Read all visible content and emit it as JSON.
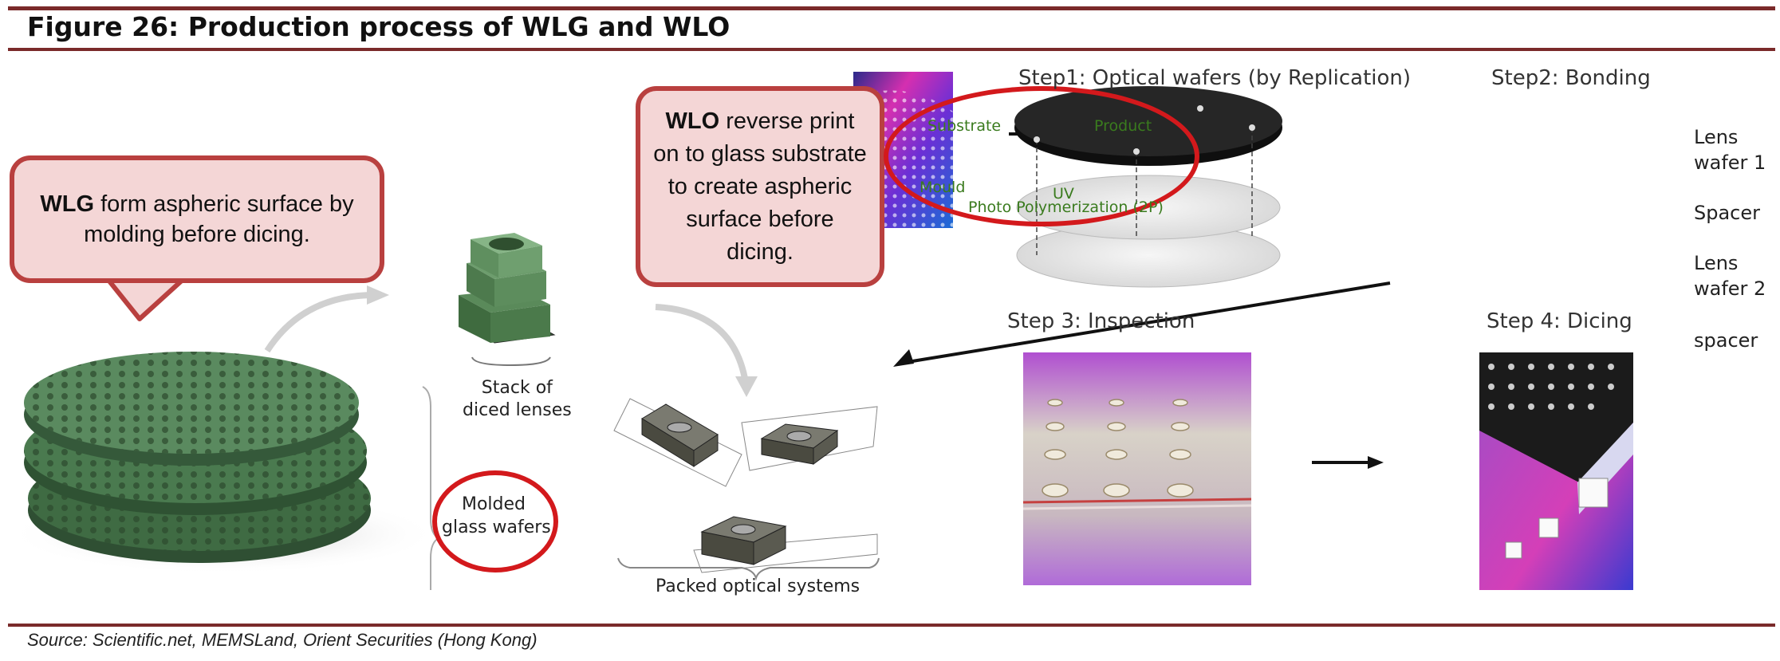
{
  "figure": {
    "title": "Figure 26: Production process of WLG and WLO",
    "source": "Source: Scientific.net, MEMSLand, Orient Securities (Hong Kong)"
  },
  "wlg": {
    "callout_bold": "WLG",
    "callout_rest": " form aspheric surface by molding before dicing.",
    "stack_label_line1": "Stack of",
    "stack_label_line2": "diced lenses",
    "molded_line1": "Molded",
    "molded_line2": "glass wafers",
    "packed_label": "Packed optical systems"
  },
  "wlo": {
    "callout_bold": "WLO",
    "callout_rest": " reverse print on to glass substrate to create aspheric surface before dicing.",
    "step1": "Step1: Optical wafers (by Replication)",
    "step2": "Step2: Bonding",
    "step3": "Step 3: Inspection",
    "step4": "Step 4: Dicing",
    "substrate": "Substrate",
    "product": "Product",
    "mould": "Mould",
    "uv": "UV",
    "photo_poly": "Photo Polymerization (2P)",
    "lens_wafer1_a": "Lens",
    "lens_wafer1_b": "wafer 1",
    "spacer1": "Spacer",
    "lens_wafer2_a": "Lens",
    "lens_wafer2_b": "wafer 2",
    "spacer2": "spacer"
  },
  "colors": {
    "rule": "#7a2a2a",
    "callout_fill": "#f4d6d6",
    "callout_border": "#b9403f",
    "highlight_red": "#d3191c",
    "wafer_green": "#3f6b43"
  }
}
